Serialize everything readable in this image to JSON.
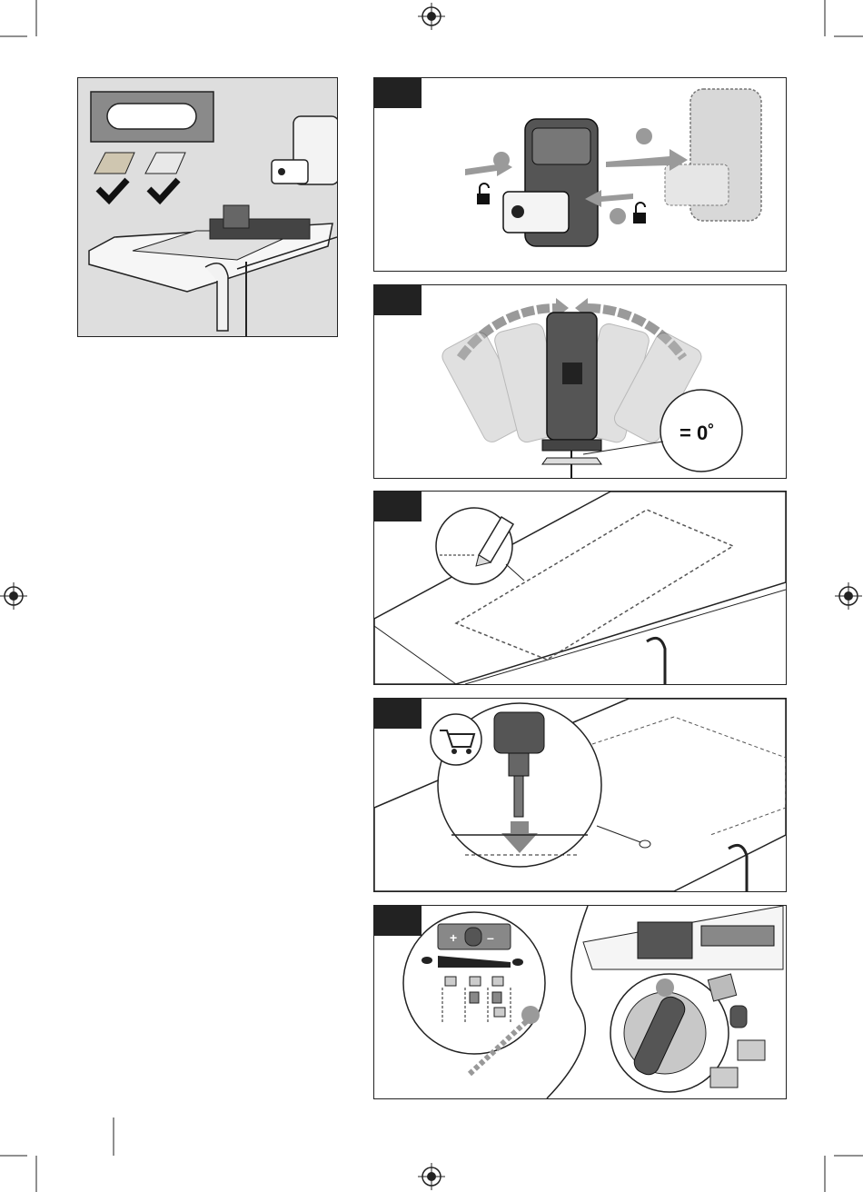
{
  "page": {
    "registration_marks": [
      "registration-mark-top",
      "registration-mark-left",
      "registration-mark-right",
      "registration-mark-bottom"
    ]
  },
  "panels": {
    "prep": {
      "icons": [
        "label-plate-icon",
        "wood-sample-icon",
        "tile-sample-icon",
        "checkmark-icon",
        "battery-icon",
        "workbench-clamp-icon"
      ]
    },
    "battery": {
      "icons": [
        "battery-pack-icon",
        "unlock-icon",
        "arrow-icon"
      ]
    },
    "bevel": {
      "angle_label": "= 0˚"
    },
    "mark": {
      "icons": [
        "pencil-icon",
        "workpiece-outline"
      ]
    },
    "drill": {
      "icons": [
        "shopping-cart-icon",
        "drill-chuck-icon",
        "down-arrow-icon"
      ]
    },
    "stroke": {
      "icons": [
        "speed-dial-icon",
        "rabbit-icon",
        "turtle-icon",
        "orbital-selector-icon"
      ]
    }
  }
}
